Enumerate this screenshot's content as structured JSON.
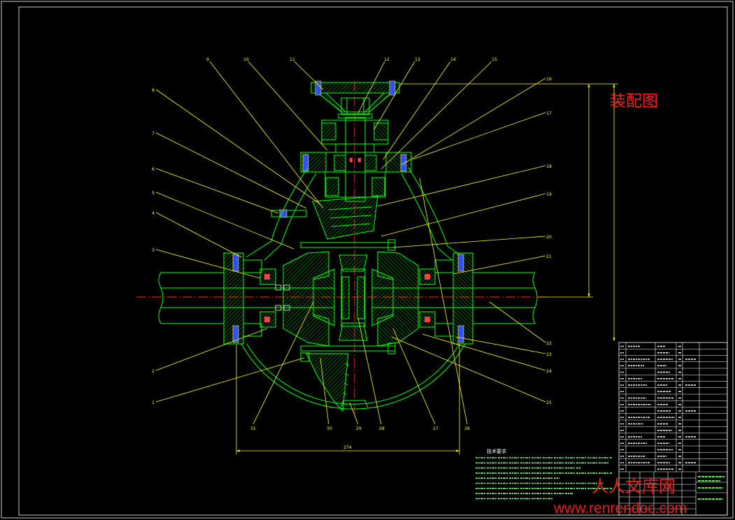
{
  "title": "装配图",
  "part_numbers": [
    "1",
    "2",
    "3",
    "4",
    "5",
    "6",
    "7",
    "8",
    "9",
    "10",
    "11",
    "12",
    "13",
    "14",
    "15",
    "16",
    "17",
    "18",
    "19",
    "20",
    "21",
    "22",
    "23",
    "24",
    "25",
    "26",
    "27",
    "28",
    "29",
    "30",
    "31"
  ],
  "dimensions": {
    "overall_width": "274"
  },
  "tech_requirements": {
    "heading": "技术要求"
  },
  "watermark": {
    "site": "人人文库网",
    "url": "www.renrendoc.com"
  },
  "colors": {
    "background": "#000000",
    "geometry": "#00ff00",
    "leaders": "#ffff00",
    "centerlines": "#ff2a2a",
    "frame": "#ffffff",
    "annotation": "#ff2020"
  }
}
